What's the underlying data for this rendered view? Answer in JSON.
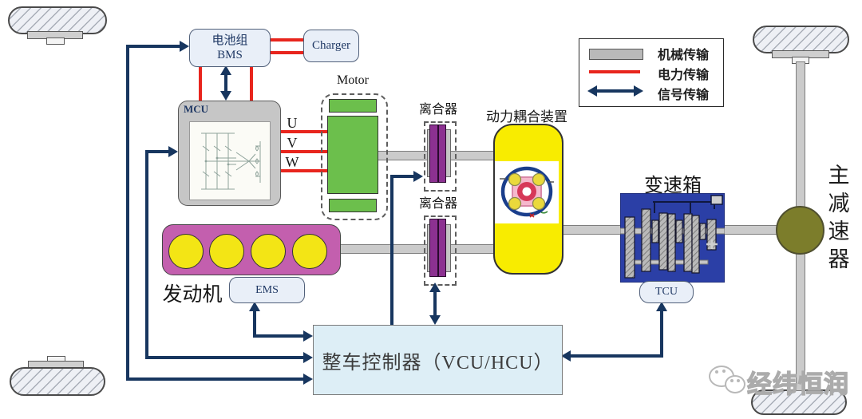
{
  "diagram": {
    "title_context": "hybrid powertrain architecture diagram",
    "battery": {
      "line1": "电池组",
      "line2": "BMS"
    },
    "charger": {
      "label": "Charger"
    },
    "mcu": {
      "label": "MCU"
    },
    "motor": {
      "label": "Motor"
    },
    "phases": {
      "u": "U",
      "v": "V",
      "w": "W"
    },
    "clutch_upper": {
      "label": "离合器"
    },
    "clutch_lower": {
      "label": "离合器"
    },
    "coupling": {
      "label": "动力耦合装置"
    },
    "engine": {
      "label": "发动机"
    },
    "ems": {
      "label": "EMS"
    },
    "vcu": {
      "label": "整车控制器（VCU/HCU）"
    },
    "gearbox": {
      "label": "变速箱"
    },
    "tcu": {
      "label": "TCU"
    },
    "reducer": {
      "label": "主减速器"
    },
    "legend": {
      "items": [
        {
          "type": "mechanical",
          "label": "机械传输",
          "color": "#b9b9b9"
        },
        {
          "type": "electric",
          "label": "电力传输",
          "color": "#e8251d"
        },
        {
          "type": "signal",
          "label": "信号传输",
          "color": "#17365f"
        }
      ]
    },
    "watermark": {
      "text": "经纬恒润",
      "icon": "wechat-icon"
    },
    "colors": {
      "signal_navy": "#17365f",
      "electric_red": "#e8251d",
      "mechanical_gray": "#cbcbcb",
      "motor_green": "#6cbf4c",
      "engine_magenta": "#c35fae",
      "cylinder_yellow": "#f3e515",
      "clutch_purple": "#8c3191",
      "coupling_yellow": "#f8ec00",
      "gearbox_blue": "#2b3fa6",
      "reducer_olive": "#7c7d2b",
      "controller_fill": "#e9eff8",
      "vcu_fill": "#ddeef6"
    }
  }
}
